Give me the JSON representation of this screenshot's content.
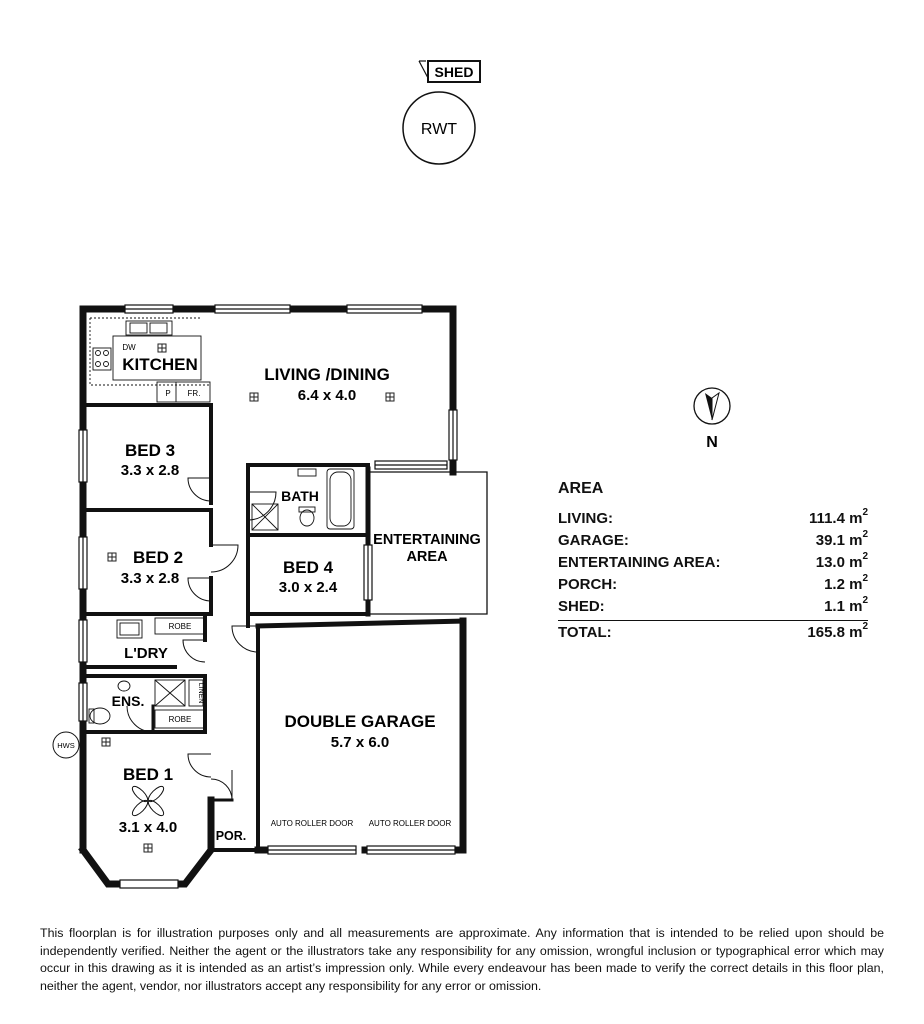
{
  "site": {
    "shed_label": "SHED",
    "rwt_label": "RWT",
    "hws_label": "HWS",
    "north_label": "N"
  },
  "rooms": {
    "kitchen": {
      "name": "KITCHEN",
      "dw": "DW",
      "pantry": "P",
      "fridge": "FR."
    },
    "living": {
      "name": "LIVING /DINING",
      "size": "6.4 x 4.0"
    },
    "bed3": {
      "name": "BED 3",
      "size": "3.3 x 2.8"
    },
    "bed2": {
      "name": "BED 2",
      "size": "3.3 x 2.8"
    },
    "bed4": {
      "name": "BED 4",
      "size": "3.0 x 2.4"
    },
    "bath": {
      "name": "BATH"
    },
    "entertaining": {
      "line1": "ENTERTAINING",
      "line2": "AREA"
    },
    "laundry": {
      "name": "L'DRY",
      "robe": "ROBE"
    },
    "ensuite": {
      "name": "ENS.",
      "linen": "LINEN",
      "robe": "ROBE"
    },
    "bed1": {
      "name": "BED 1",
      "size": "3.1 x 4.0"
    },
    "porch": {
      "name": "POR."
    },
    "garage": {
      "name": "DOUBLE GARAGE",
      "size": "5.7 x 6.0",
      "door1": "AUTO ROLLER DOOR",
      "door2": "AUTO ROLLER DOOR"
    }
  },
  "area": {
    "title": "AREA",
    "rows": [
      {
        "label": "LIVING:",
        "value": "111.4 m",
        "unit_sup": "2"
      },
      {
        "label": "GARAGE:",
        "value": "39.1 m",
        "unit_sup": "2"
      },
      {
        "label": "ENTERTAINING AREA:",
        "value": "13.0 m",
        "unit_sup": "2"
      },
      {
        "label": "PORCH:",
        "value": "1.2 m",
        "unit_sup": "2"
      },
      {
        "label": "SHED:",
        "value": "1.1 m",
        "unit_sup": "2"
      }
    ],
    "total": {
      "label": "TOTAL:",
      "value": "165.8 m",
      "unit_sup": "2"
    }
  },
  "disclaimer": "This floorplan is for illustration purposes only and all measurements are approximate. Any information that is intended to be relied upon should be independently verified. Neither the agent or the illustrators take any responsibility for any omission, wrongful inclusion or typographical error which may occur in this drawing as it is intended as an artist’s impression only. While every endeavour has been made to verify the correct details in this floor plan, neither the agent, vendor, nor illustrators accept any responsibility for any error or omission."
}
